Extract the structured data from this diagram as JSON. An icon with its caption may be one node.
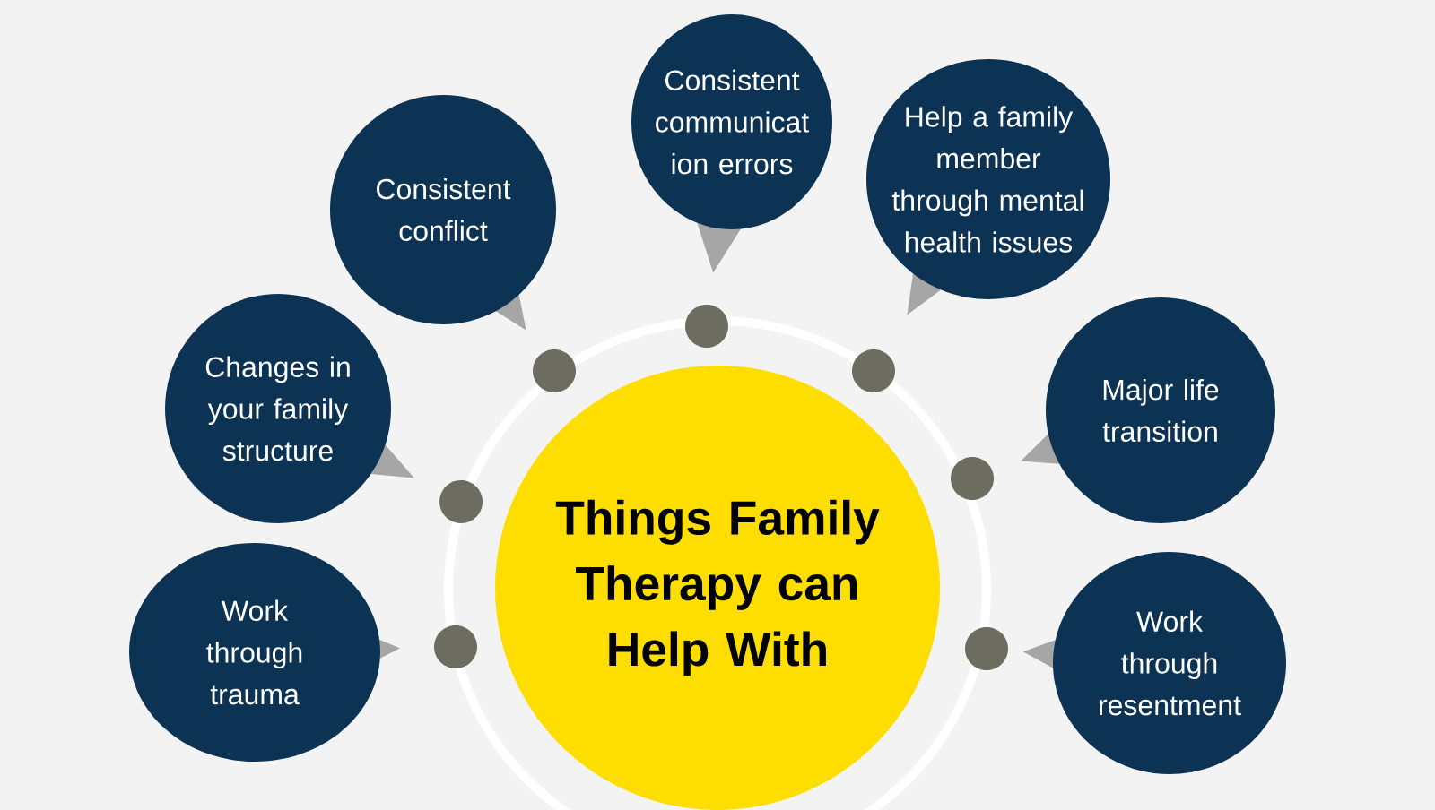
{
  "diagram": {
    "nodes": [
      {
        "text": [
          "Things Family Therapy can Help With"
        ]
      },
      {
        "text": [
          "Work through trauma"
        ]
      },
      {
        "text": [
          "Changes in your family structure"
        ]
      },
      {
        "text": [
          "Consistent conflict"
        ]
      },
      {
        "text": [
          "Consistent communicat ion errors"
        ]
      },
      {
        "text": [
          "Help a family member through mental health issues"
        ]
      },
      {
        "text": [
          "Major life transition"
        ]
      },
      {
        "text": [
          "Work through resentment"
        ]
      }
    ]
  }
}
